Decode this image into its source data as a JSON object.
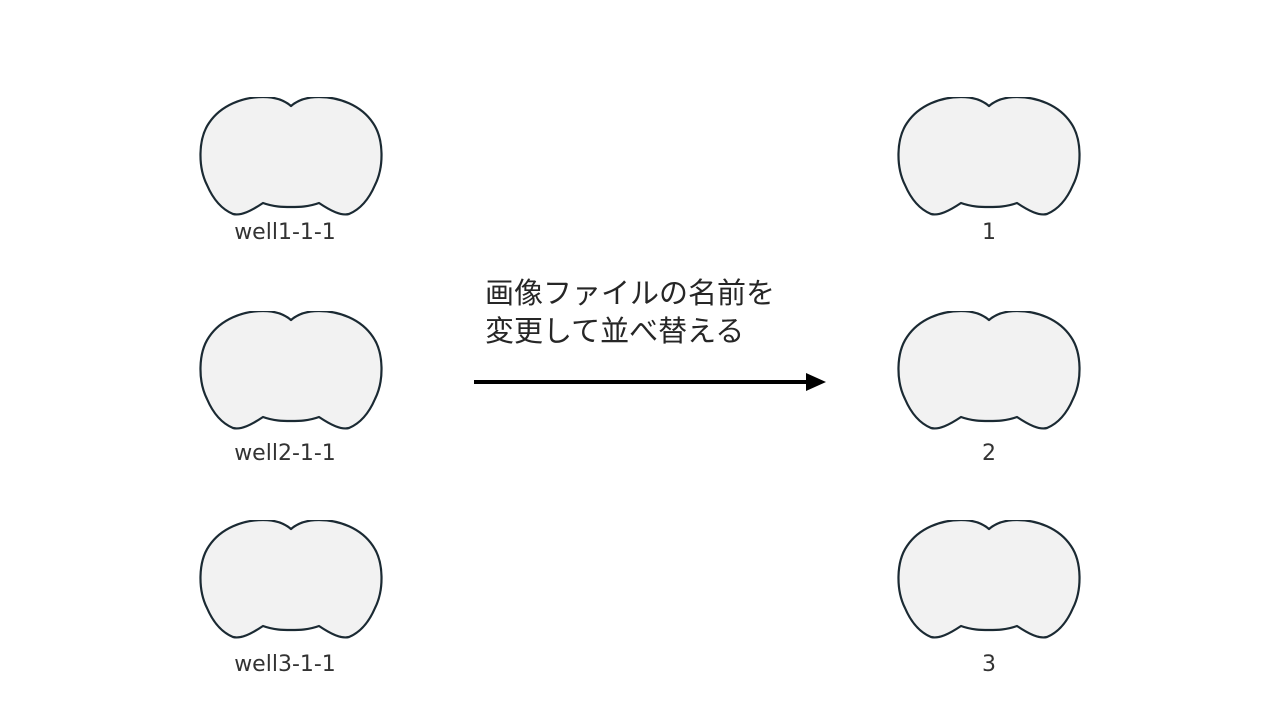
{
  "colors": {
    "slice_fill": "#f2f2f2",
    "slice_stroke": "#1b2a33",
    "label_text": "#333333",
    "arrow": "#000000",
    "background": "#ffffff"
  },
  "icons": {
    "slice": "brain-slice-icon",
    "arrow": "right-arrow-icon"
  },
  "before": {
    "items": [
      {
        "label": "well1-1-1"
      },
      {
        "label": "well2-1-1"
      },
      {
        "label": "well3-1-1"
      }
    ]
  },
  "after": {
    "items": [
      {
        "label": "1"
      },
      {
        "label": "2"
      },
      {
        "label": "3"
      }
    ]
  },
  "caption": {
    "line1": "画像ファイルの名前を",
    "line2": "変更して並べ替える"
  }
}
